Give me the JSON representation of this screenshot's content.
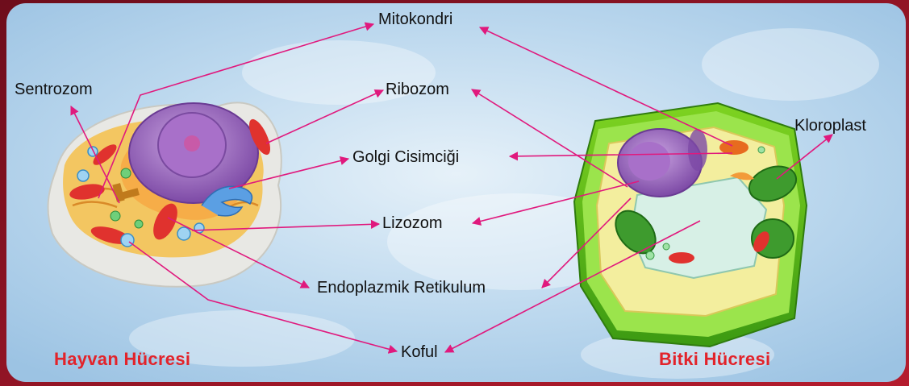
{
  "labels": {
    "mitokondri": "Mitokondri",
    "sentrozom": "Sentrozom",
    "ribozom": "Ribozom",
    "golgi": "Golgi Cisimciği",
    "lizozom": "Lizozom",
    "endoplazmik": "Endoplazmik Retikulum",
    "koful": "Koful",
    "kloroplast": "Kloroplast"
  },
  "captions": {
    "animal": "Hayvan Hücresi",
    "plant": "Bitki Hücresi"
  },
  "colors": {
    "arrow": "#e0197d",
    "caption": "#e2232a",
    "frame": "#8a1426",
    "background": "#cfe3f2"
  }
}
